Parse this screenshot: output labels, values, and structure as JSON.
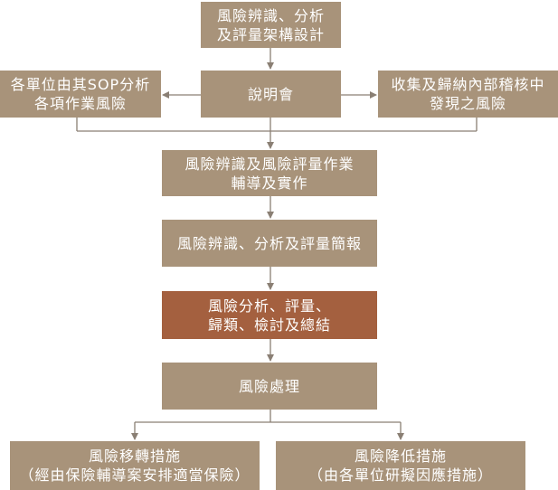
{
  "flowchart": {
    "nodes": {
      "step1": {
        "lines": [
          "風險辨識、分析",
          "及評量架構設計"
        ]
      },
      "briefing": {
        "lines": [
          "說明會"
        ]
      },
      "left_branch": {
        "lines": [
          "各單位由其SOP分析",
          "各項作業風險"
        ]
      },
      "right_branch": {
        "lines": [
          "收集及歸納內部稽核中",
          "發現之風險"
        ]
      },
      "step3": {
        "lines": [
          "風險辨識及風險評量作業",
          "輔導及實作"
        ]
      },
      "step4": {
        "lines": [
          "風險辨識、分析及評量簡報"
        ]
      },
      "step5": {
        "lines": [
          "風險分析、評量、",
          "歸類、檢討及總結"
        ]
      },
      "step6": {
        "lines": [
          "風險處理"
        ]
      },
      "transfer": {
        "lines": [
          "風險移轉措施",
          "（經由保險輔導案安排適當保險）"
        ]
      },
      "reduce": {
        "lines": [
          "風險降低措施",
          "（由各單位研擬因應措施）"
        ]
      }
    },
    "colors": {
      "box": "#a8937a",
      "highlight_box": "#a4603f",
      "text": "#ffffff",
      "connector": "#8a7f74"
    }
  }
}
